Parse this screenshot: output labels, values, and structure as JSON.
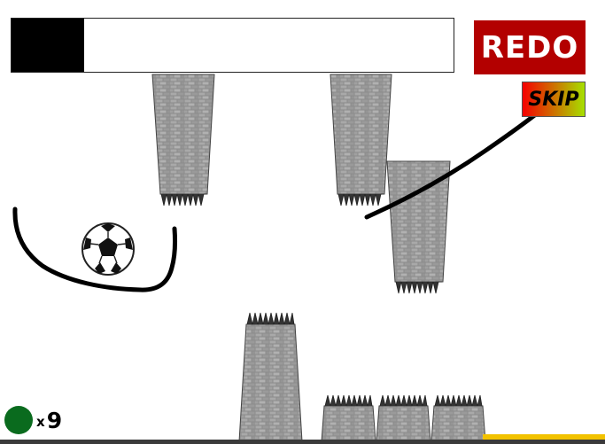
{
  "hud": {
    "progress_fraction": 0.165,
    "redo_label": "REDO",
    "skip_label": "SKIP",
    "lives_multiplier": "x",
    "lives_count": "9"
  },
  "colors": {
    "redo_bg": "#b30000",
    "skip_gradient_start": "#f60000",
    "skip_gradient_end": "#a6e000",
    "lives_ball": "#0a6b1e",
    "goal_strip": "#f2c200",
    "stone": "#8d8d8d",
    "ink": "#000000"
  }
}
